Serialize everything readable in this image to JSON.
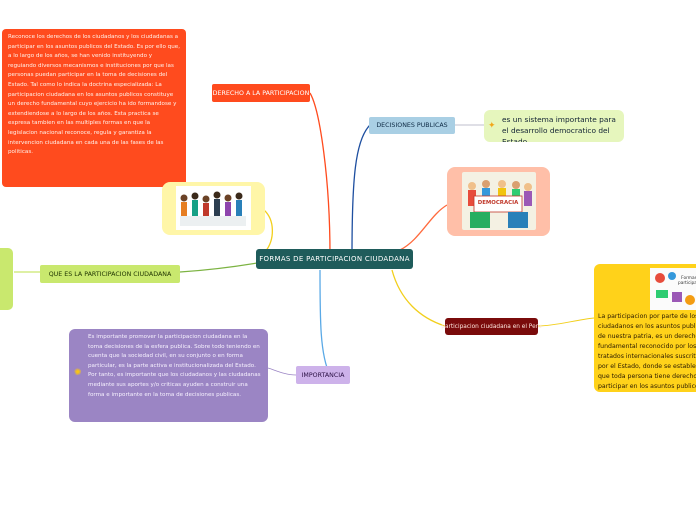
{
  "central": {
    "text": "FORMAS DE PARTICIPACION CIUDADANA",
    "color": "#1f5c5b"
  },
  "topics": {
    "derecho": {
      "label": "DERECHO A LA PARTICIPACION",
      "note": "Reconoce los derechos de los ciudadanos y los ciudadanas a participar en los asuntos publicos del Estado. Es por ello que, a lo largo de los años, se han venido instituyendo y reguiando diversos mecanismos e instituciones por que las personas puedan participar en la toma de decisiones del Estado. Tal como lo indica la doctrina especializada: La participacion ciudadana en los asuntos publicos constituye un derecho fundamental cuyo ejercicio ha ido formandose y extendiendose a lo largo de los años. Esta practica se expresa tambien en las multiples formas en que la legislacion nacional reconoce, regula y garantiza la intervencion ciudadana en cada una de las fases de las politicas."
    },
    "decisiones": {
      "label": "DECISIONES PUBLICAS",
      "note": "es un sistema importante para el desarrollo democratico del Estado"
    },
    "queEs": {
      "label": "QUE ES LA PARTICIPACION CIUDADANA"
    },
    "peru": {
      "label": "participacion ciudadana en el Peru",
      "note": "La participacion por parte de los ciudadanos en los asuntos publicos de nuestra patria, es un derecho fundamental reconocido por los tratados internacionales suscritos por el Estado, donde se establecen que toda persona tiene derecho a participar en los asuntos publicos, tal como mencionamos en la parte introductoria."
    },
    "importancia": {
      "label": "IMPORTANCIA",
      "note": "Es importante promover la participacion ciudadana en la toma decisiones de la esfera publica. Sobre todo teniendo en cuenta que la sociedad civil, en su conjunto o en forma particular, es la parte activa e institucionalizada del Estado. Por tanto, es importante que los ciudadanos y las ciudadanas mediante sus aportes y/o criticas ayuden a construir una forma e importante en la toma de decisiones publicas."
    }
  },
  "images": {
    "democracia_sign": "DEMOCRACIA",
    "poster_title": "Formas participacion"
  },
  "colors": {
    "derecho": "#ff4b1e",
    "decisiones": "#a9cfe4",
    "decisiones_note": "#e6f6bd",
    "queEs": "#c9e86e",
    "peru": "#7a0b0b",
    "peru_note": "#ffd21a",
    "importancia": "#cdb2ea",
    "importancia_note": "#9b85c4",
    "image_frame_yellow": "#fff6a8",
    "image_frame_pink": "#ffbfa8"
  }
}
